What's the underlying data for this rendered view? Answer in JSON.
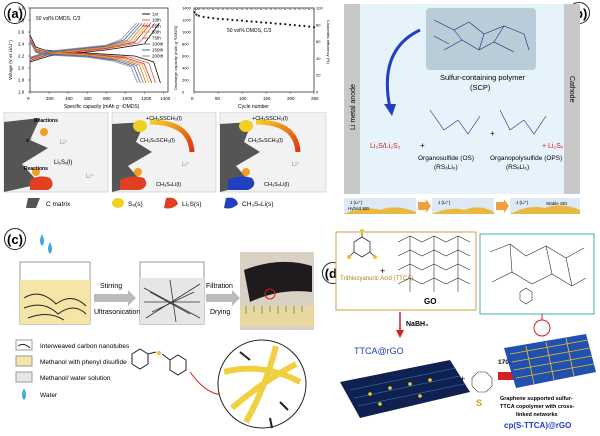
{
  "panels": {
    "a": {
      "label": "(a)",
      "voltage_chart": {
        "annotation": "50 vol% DMDS, C/3",
        "xlabel": "Specific capacity (mAh g⁻¹DMDS)",
        "ylabel": "Voltage (V vs Li/Li⁺)",
        "xticks": [
          "0",
          "200",
          "400",
          "600",
          "800",
          "1000",
          "1200",
          "1400"
        ],
        "yticks": [
          "1.6",
          "1.8",
          "2.0",
          "2.2",
          "2.4",
          "2.6",
          "2.8",
          "3.0"
        ],
        "legend": [
          "1st",
          "10th",
          "25th",
          "50th",
          "75th",
          "100th",
          "150th",
          "200th"
        ]
      },
      "cycle_chart": {
        "annotation": "50 vol% DMDS, C/3",
        "xlabel": "Cycle number",
        "ylabel_left": "Discharge capacity (mAh g⁻¹DMDS)",
        "ylabel_right": "Coulombic efficiency (%)",
        "xticks": [
          "0",
          "50",
          "100",
          "150",
          "200",
          "250"
        ],
        "yticks_left": [
          "0",
          "200",
          "400",
          "600",
          "800",
          "1000",
          "1200",
          "1400"
        ],
        "yticks_right": [
          "0",
          "20",
          "40",
          "60",
          "80",
          "100"
        ]
      },
      "schematic": {
        "reactions": "Reactions",
        "li2sx": "Li₂Sₓ(l)",
        "li_plus": "Li⁺",
        "e_minus": "e⁻",
        "dmds": "+CH₃SSCH₃(l)",
        "ch3snch3": "CH₃SₙSCH₃(l)",
        "ch3snli": "CH₃SₙLi(l)"
      },
      "legend": [
        "C matrix",
        "S₈(s)",
        "Li₂S(s)",
        "CH₃SₙLi(s)"
      ]
    },
    "b": {
      "label": "(b)",
      "anode": "Li metal anode",
      "cathode": "Cathode",
      "scp": "Sulfur-containing polymer",
      "scp_abbr": "(SCP)",
      "li2s": "Li₂S/Li₂S₂",
      "li2sx": "+ Li₂Sₓ",
      "os_name": "Organosulfide (OS)",
      "os_formula": "(RS₆Li₆)",
      "ops_name": "Organopolysulfide (OPS)",
      "ops_formula": "(RSₓLi₆)",
      "plus": "+",
      "sei": [
        "Hybrid SEI",
        "",
        "Stable SEI"
      ],
      "flux": "J (Li⁺)"
    },
    "c": {
      "label": "(c)",
      "step1": "Stirring",
      "step1b": "Ultrasonication",
      "step2": "Filtration",
      "step2b": "Drying",
      "legend": [
        "Interweaved carbon nanotubes",
        "Methanol with phenyl disulfide",
        "Methanol/ water solution",
        "Water"
      ]
    },
    "d": {
      "label": "(d)",
      "ttca": "Trithiocyanuric Acid (TTCA)",
      "go": "GO",
      "nabh4": "NaBH₄",
      "ttca_rgo": "TTCA@rGO",
      "plus": "+",
      "sulfur": "S",
      "temp": "170 °C",
      "product_desc": "Graphene supported sulfur-TTCA copolymer with cross-linked networks",
      "product": "cp(S-TTCA)@rGO"
    }
  },
  "chart_data": [
    {
      "type": "line",
      "title": "",
      "xlabel": "Specific capacity (mAh g⁻¹DMDS)",
      "ylabel": "Voltage (V vs Li/Li⁺)",
      "xlim": [
        0,
        1450
      ],
      "ylim": [
        1.6,
        3.0
      ],
      "series": [
        {
          "name": "1st",
          "color": "#111111",
          "discharge": [
            [
              0,
              2.55
            ],
            [
              60,
              2.35
            ],
            [
              150,
              2.3
            ],
            [
              600,
              2.25
            ],
            [
              1100,
              2.2
            ],
            [
              1300,
              2.1
            ],
            [
              1370,
              1.75
            ]
          ],
          "charge": [
            [
              0,
              2.1
            ],
            [
              200,
              2.2
            ],
            [
              800,
              2.3
            ],
            [
              1200,
              2.4
            ],
            [
              1360,
              2.75
            ]
          ]
        },
        {
          "name": "10th",
          "color": "#e06060",
          "discharge": [
            [
              0,
              2.5
            ],
            [
              60,
              2.32
            ],
            [
              150,
              2.28
            ],
            [
              600,
              2.24
            ],
            [
              1050,
              2.18
            ],
            [
              1250,
              2.08
            ],
            [
              1320,
              1.75
            ]
          ],
          "charge": [
            [
              0,
              2.12
            ],
            [
              200,
              2.22
            ],
            [
              800,
              2.32
            ],
            [
              1150,
              2.42
            ],
            [
              1310,
              2.75
            ]
          ]
        },
        {
          "name": "25th",
          "color": "#c03030",
          "discharge": [
            [
              0,
              2.5
            ],
            [
              60,
              2.31
            ],
            [
              150,
              2.27
            ],
            [
              600,
              2.23
            ],
            [
              1000,
              2.17
            ],
            [
              1200,
              2.07
            ],
            [
              1280,
              1.75
            ]
          ],
          "charge": [
            [
              0,
              2.13
            ],
            [
              200,
              2.23
            ],
            [
              800,
              2.33
            ],
            [
              1100,
              2.43
            ],
            [
              1270,
              2.75
            ]
          ]
        },
        {
          "name": "50th",
          "color": "#f0a030",
          "discharge": [
            [
              0,
              2.48
            ],
            [
              60,
              2.3
            ],
            [
              150,
              2.26
            ],
            [
              600,
              2.22
            ],
            [
              980,
              2.16
            ],
            [
              1180,
              2.06
            ],
            [
              1250,
              1.75
            ]
          ],
          "charge": [
            [
              0,
              2.14
            ],
            [
              200,
              2.24
            ],
            [
              800,
              2.34
            ],
            [
              1080,
              2.44
            ],
            [
              1240,
              2.75
            ]
          ]
        },
        {
          "name": "75th",
          "color": "#d08020",
          "discharge": [
            [
              0,
              2.47
            ],
            [
              60,
              2.29
            ],
            [
              150,
              2.25
            ],
            [
              600,
              2.21
            ],
            [
              950,
              2.15
            ],
            [
              1150,
              2.05
            ],
            [
              1220,
              1.75
            ]
          ],
          "charge": [
            [
              0,
              2.15
            ],
            [
              200,
              2.25
            ],
            [
              800,
              2.35
            ],
            [
              1050,
              2.45
            ],
            [
              1210,
              2.75
            ]
          ]
        },
        {
          "name": "100th",
          "color": "#777777",
          "discharge": [
            [
              0,
              2.46
            ],
            [
              60,
              2.28
            ],
            [
              150,
              2.24
            ],
            [
              600,
              2.2
            ],
            [
              920,
              2.14
            ],
            [
              1120,
              2.04
            ],
            [
              1190,
              1.75
            ]
          ],
          "charge": [
            [
              0,
              2.16
            ],
            [
              200,
              2.26
            ],
            [
              800,
              2.36
            ],
            [
              1020,
              2.46
            ],
            [
              1180,
              2.75
            ]
          ]
        },
        {
          "name": "150th",
          "color": "#4060c0",
          "discharge": [
            [
              0,
              2.45
            ],
            [
              60,
              2.27
            ],
            [
              150,
              2.23
            ],
            [
              600,
              2.19
            ],
            [
              890,
              2.13
            ],
            [
              1090,
              2.03
            ],
            [
              1160,
              1.75
            ]
          ],
          "charge": [
            [
              0,
              2.17
            ],
            [
              200,
              2.27
            ],
            [
              800,
              2.37
            ],
            [
              990,
              2.47
            ],
            [
              1150,
              2.75
            ]
          ]
        },
        {
          "name": "200th",
          "color": "#909090",
          "discharge": [
            [
              0,
              2.44
            ],
            [
              60,
              2.26
            ],
            [
              150,
              2.22
            ],
            [
              600,
              2.18
            ],
            [
              860,
              2.12
            ],
            [
              1060,
              2.02
            ],
            [
              1130,
              1.75
            ]
          ],
          "charge": [
            [
              0,
              2.18
            ],
            [
              200,
              2.28
            ],
            [
              800,
              2.38
            ],
            [
              960,
              2.48
            ],
            [
              1120,
              2.75
            ]
          ]
        }
      ]
    },
    {
      "type": "scatter",
      "title": "",
      "xlabel": "Cycle number",
      "ylabel": "Discharge capacity (mAh g⁻¹DMDS)",
      "xlim": [
        0,
        250
      ],
      "ylim": [
        0,
        1400
      ],
      "series": [
        {
          "name": "Discharge capacity",
          "axis": "left",
          "x": [
            1,
            5,
            10,
            20,
            30,
            40,
            50,
            60,
            70,
            80,
            90,
            100,
            110,
            120,
            130,
            140,
            150,
            160,
            170,
            180,
            190,
            200,
            210,
            220,
            230,
            240,
            250
          ],
          "values": [
            1330,
            1290,
            1270,
            1250,
            1240,
            1230,
            1220,
            1215,
            1210,
            1200,
            1195,
            1190,
            1180,
            1175,
            1170,
            1160,
            1155,
            1150,
            1140,
            1135,
            1130,
            1120,
            1115,
            1105,
            1100,
            1090,
            1080
          ]
        },
        {
          "name": "Coulombic efficiency",
          "axis": "right",
          "x": [
            1,
            5,
            10,
            20,
            30,
            40,
            50,
            60,
            70,
            80,
            90,
            100,
            110,
            120,
            130,
            140,
            150,
            160,
            170,
            180,
            190,
            200,
            210,
            220,
            230,
            240,
            250
          ],
          "values": [
            97,
            99,
            99,
            99,
            99,
            99,
            99,
            99,
            99,
            99,
            99,
            99,
            99,
            99,
            99,
            99,
            99,
            99,
            99,
            99,
            99,
            99,
            99,
            99,
            99,
            99,
            99
          ]
        }
      ],
      "ylim_right": [
        0,
        100
      ]
    }
  ]
}
